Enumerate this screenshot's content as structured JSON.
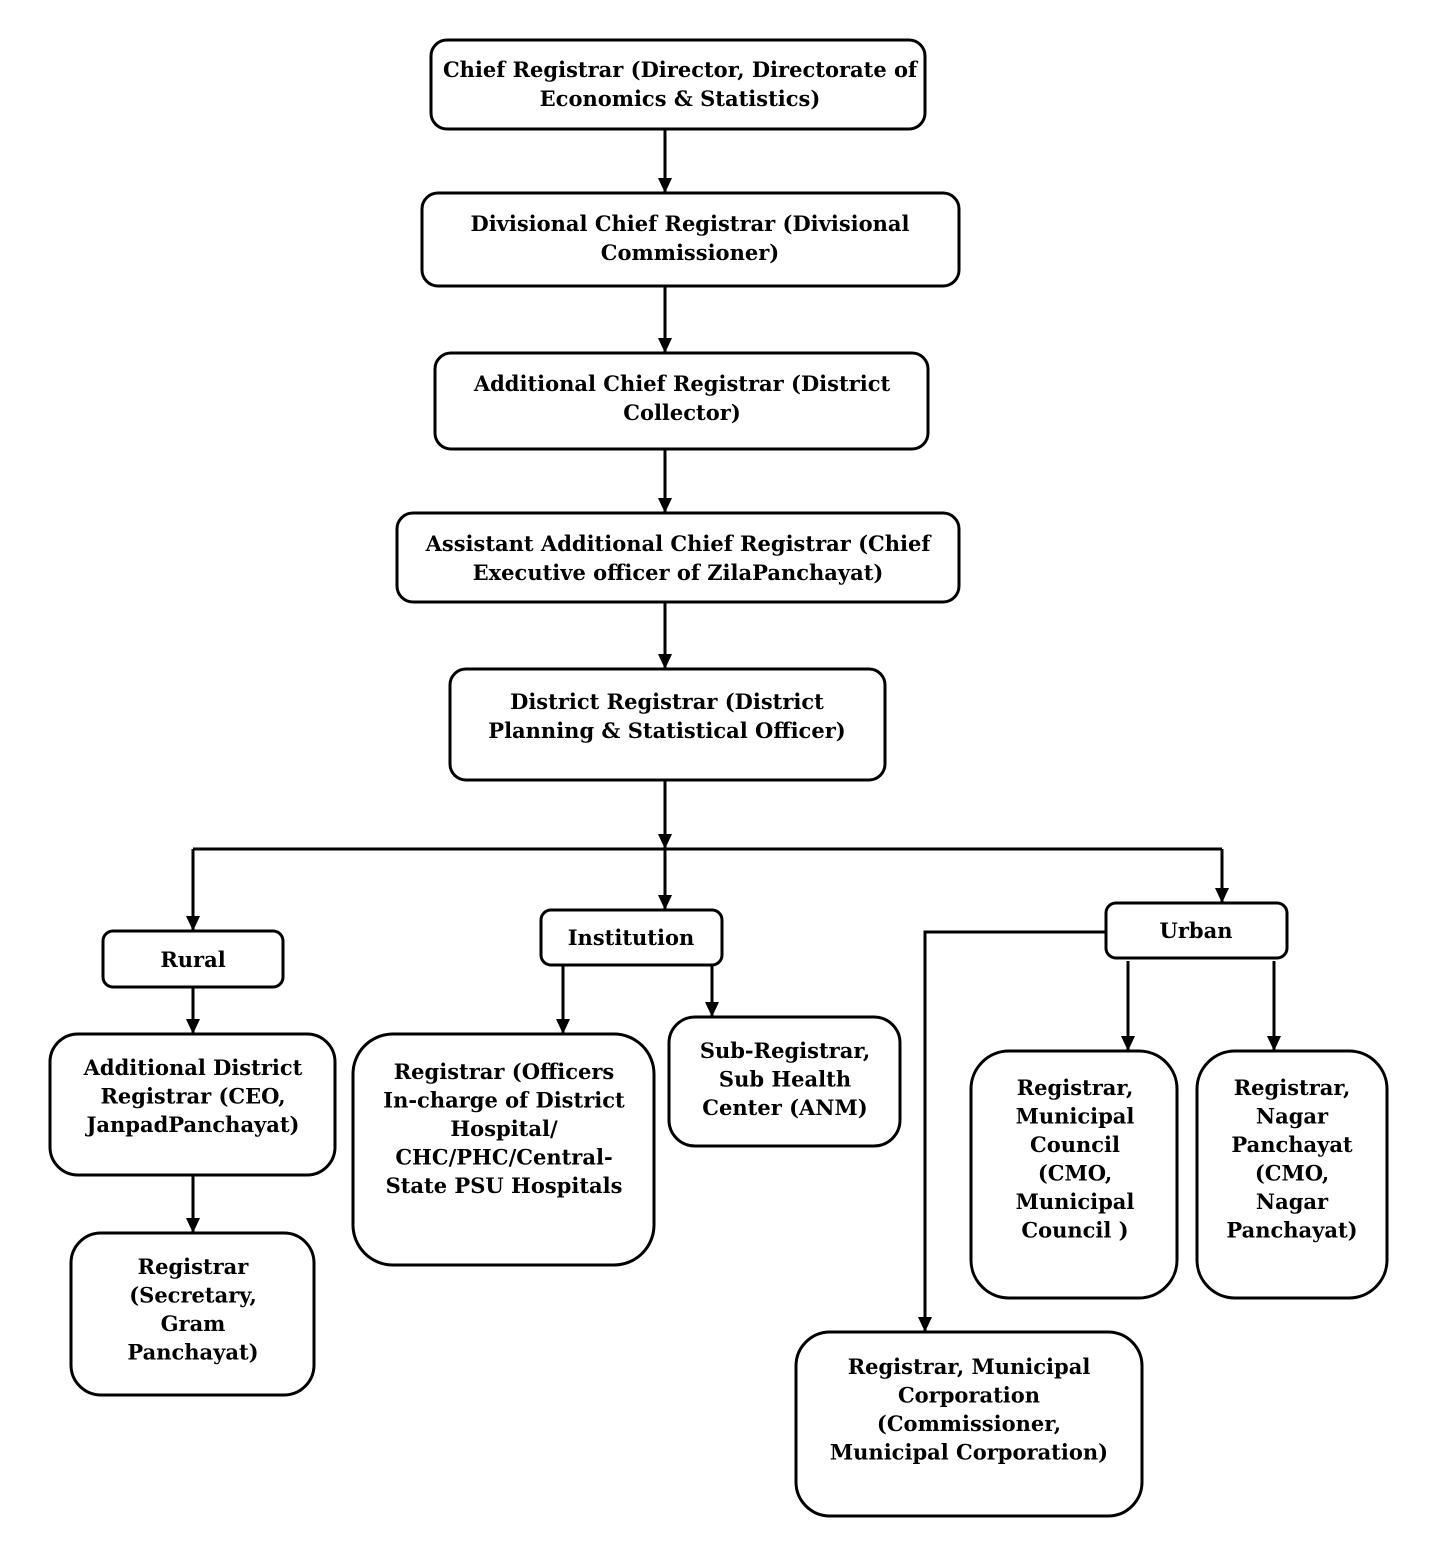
{
  "nodes": {
    "chief_registrar": [
      "Chief Registrar (Director, Directorate of",
      "Economics & Statistics)"
    ],
    "divisional_chief_registrar": [
      "Divisional Chief Registrar (Divisional",
      "Commissioner)"
    ],
    "additional_chief_registrar": [
      "Additional Chief Registrar (District",
      "Collector)"
    ],
    "assistant_additional_chief_registrar": [
      "Assistant Additional Chief Registrar (Chief",
      "Executive officer of ZilaPanchayat)"
    ],
    "district_registrar": [
      "District Registrar (District",
      "Planning & Statistical Officer)"
    ],
    "rural": [
      "Rural"
    ],
    "institution": [
      "Institution"
    ],
    "urban": [
      "Urban"
    ],
    "additional_district_registrar": [
      "Additional District",
      "Registrar (CEO,",
      "JanpadPanchayat)"
    ],
    "registrar_gram_panchayat": [
      "Registrar",
      "(Secretary,",
      "Gram",
      "Panchayat)"
    ],
    "registrar_hospital": [
      "Registrar (Officers",
      "In-charge of District",
      "Hospital/",
      "CHC/PHC/Central-",
      "State PSU Hospitals"
    ],
    "sub_registrar": [
      "Sub-Registrar,",
      "Sub Health",
      "Center (ANM)"
    ],
    "registrar_municipal_council": [
      "Registrar,",
      "Municipal",
      "Council",
      "(CMO,",
      "Municipal",
      "Council )"
    ],
    "registrar_nagar_panchayat": [
      "Registrar,",
      "Nagar",
      "Panchayat",
      "(CMO,",
      "Nagar",
      "Panchayat)"
    ],
    "registrar_municipal_corporation": [
      "Registrar, Municipal",
      "Corporation",
      "(Commissioner,",
      "Municipal Corporation)"
    ]
  }
}
